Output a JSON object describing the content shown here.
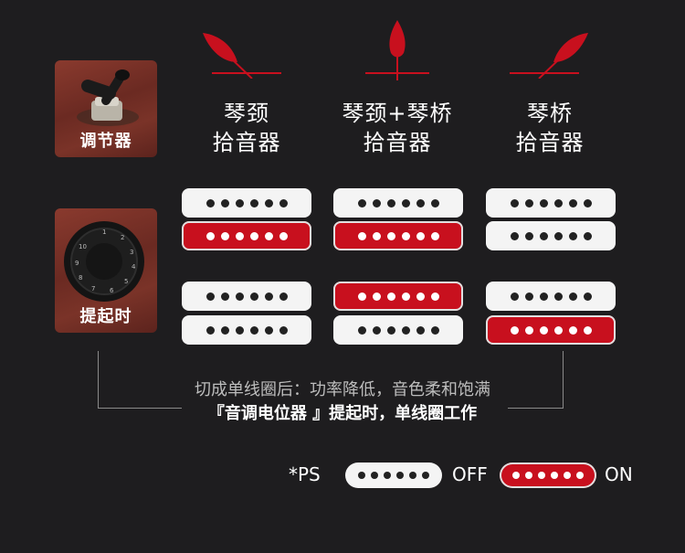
{
  "colors": {
    "accent_red": "#c8101e",
    "pickup_white": "#f4f4f4",
    "background": "#1e1d1f"
  },
  "tiles": {
    "switch_label": "调节器",
    "knob_label": "提起时"
  },
  "columns": [
    {
      "line1": "琴颈",
      "line2": "拾音器",
      "icon": "pick-leaf-icon"
    },
    {
      "line1": "琴颈+琴桥",
      "line2": "拾音器",
      "icon": "pick-leaf-icon"
    },
    {
      "line1": "琴桥",
      "line2": "拾音器",
      "icon": "pick-leaf-icon"
    }
  ],
  "pickup_states": {
    "switch_row": [
      {
        "top": "off",
        "bottom": "on"
      },
      {
        "top": "off",
        "bottom": "on"
      },
      {
        "top": "off",
        "bottom": "off"
      }
    ],
    "knob_row": [
      {
        "top": "off",
        "bottom": "off"
      },
      {
        "top": "on",
        "bottom": "off"
      },
      {
        "top": "off",
        "bottom": "on"
      }
    ]
  },
  "notes": {
    "line1": "切成单线圈后：功率降低，音色柔和饱满",
    "line2": "『音调电位器 』提起时，单线圈工作"
  },
  "legend": {
    "prefix": "*PS",
    "off_label": "OFF",
    "on_label": "ON"
  }
}
